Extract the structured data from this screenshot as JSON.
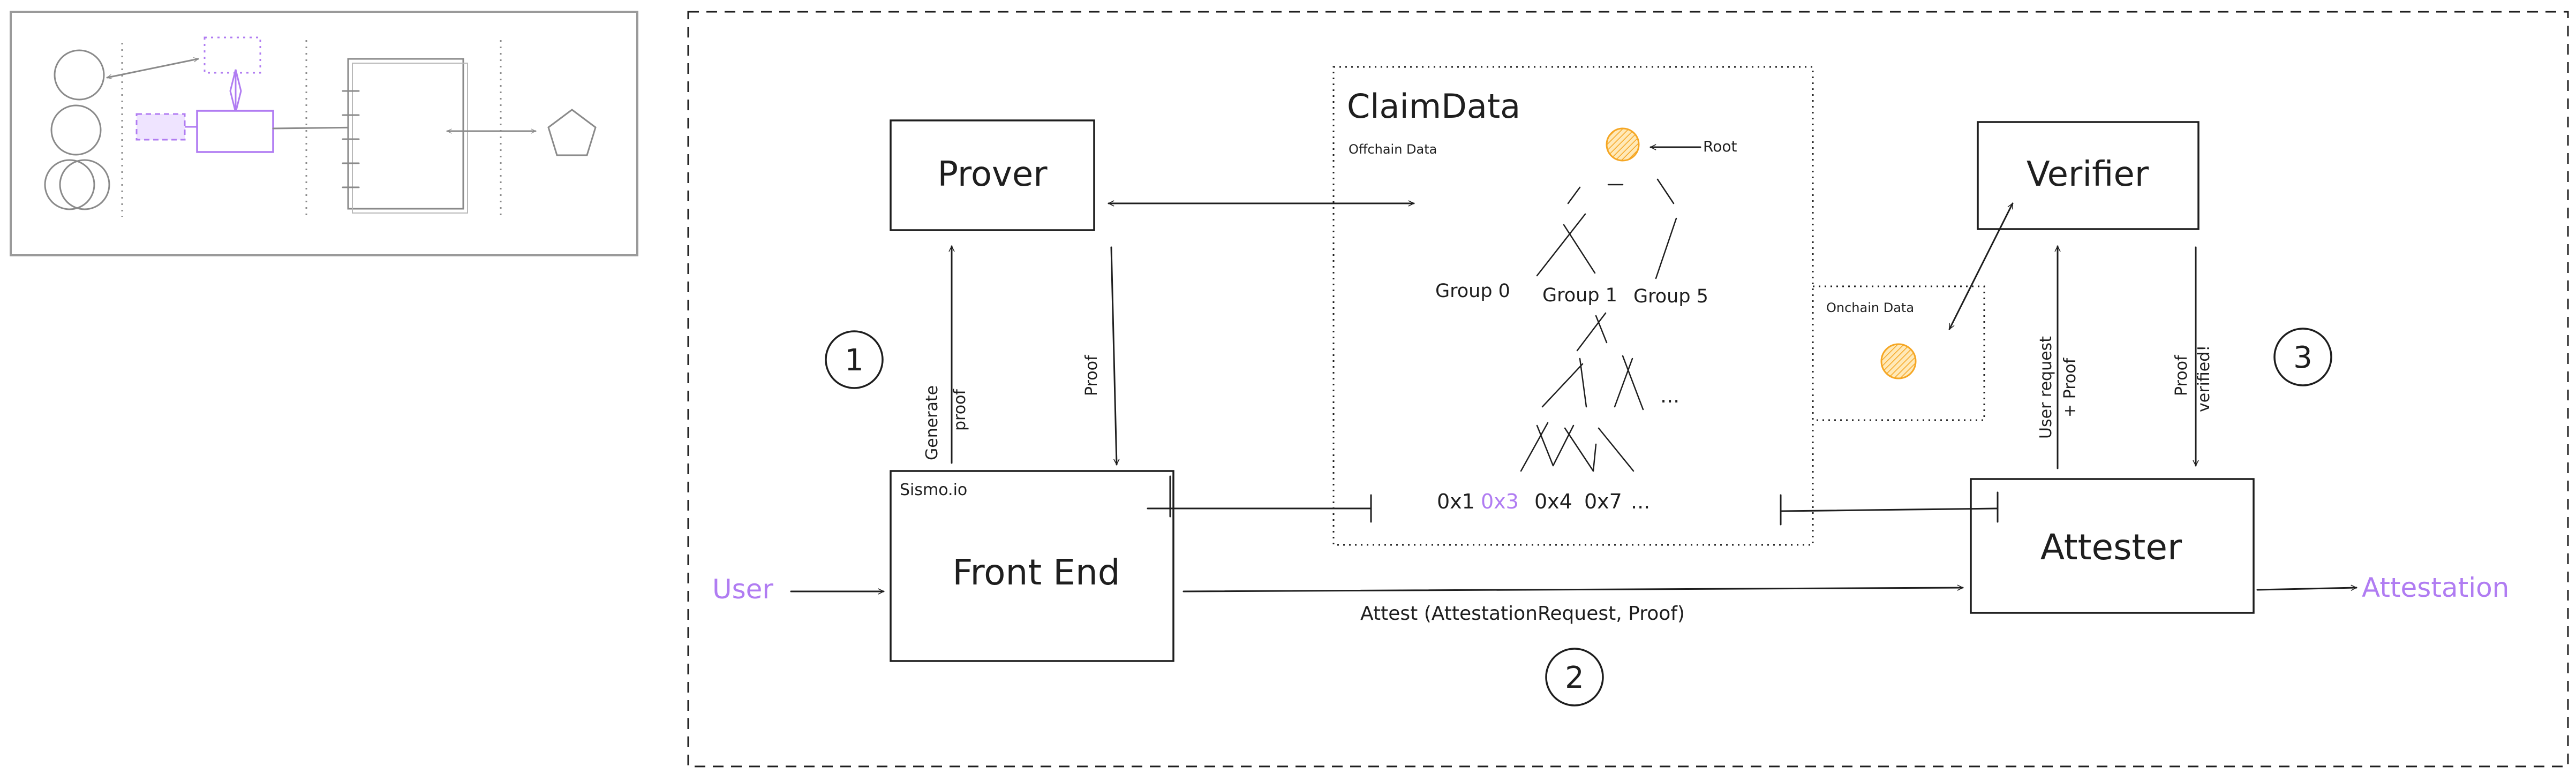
{
  "diagram": {
    "boxes": {
      "prover": "Prover",
      "front_end": "Front End",
      "front_end_tag": "Sismo.io",
      "verifier": "Verifier",
      "attester": "Attester",
      "claim_data_title": "ClaimData",
      "offchain_label": "Offchain Data",
      "onchain_label": "Onchain Data"
    },
    "tree": {
      "root": "Root",
      "group_0": "Group 0",
      "group_1": "Group 1",
      "group_5": "Group 5",
      "ellipsis": "...",
      "leaves": [
        "0x1",
        "0x3",
        "0x4",
        "0x7",
        "..."
      ],
      "highlighted_leaf": "0x3"
    },
    "arrows": {
      "generate_proof_line1": "Generate",
      "generate_proof_line2": "proof",
      "proof": "Proof",
      "user_request_line1": "User request",
      "user_request_line2": "+ Proof",
      "proof_verified_line1": "Proof",
      "proof_verified_line2": "verified!",
      "attest_call": "Attest (AttestationRequest, Proof)"
    },
    "steps": [
      "1",
      "2",
      "3"
    ],
    "endpoints": {
      "user": "User",
      "attestation": "Attestation"
    },
    "colors": {
      "accent_purple": "#b07cf2",
      "node_orange": "#f5a623",
      "ink": "#1e1e1e"
    }
  }
}
